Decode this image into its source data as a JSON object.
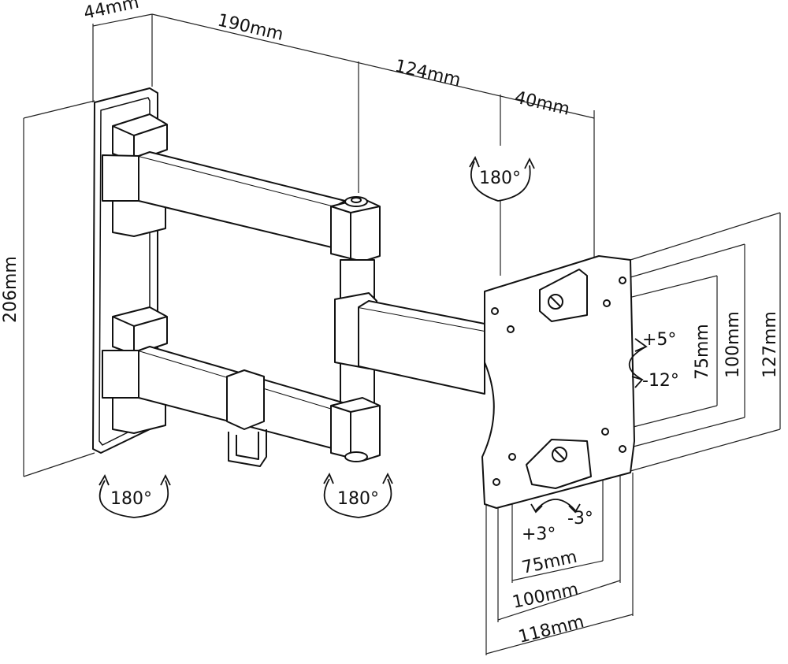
{
  "dimensions": {
    "wall_plate_depth": "44mm",
    "arm_first": "190mm",
    "arm_second": "124mm",
    "plate_depth": "40mm",
    "height": "206mm",
    "vesa_v_75": "75mm",
    "vesa_v_100": "100mm",
    "vesa_v_127": "127mm",
    "vesa_h_75": "75mm",
    "vesa_h_100": "100mm",
    "vesa_h_118": "118mm"
  },
  "rotations": {
    "head_swivel": "180°",
    "wall_swivel": "180°",
    "elbow_swivel": "180°",
    "tilt_up": "+5°",
    "tilt_down": "-12°",
    "roll_plus": "+3°",
    "roll_minus": "-3°"
  }
}
